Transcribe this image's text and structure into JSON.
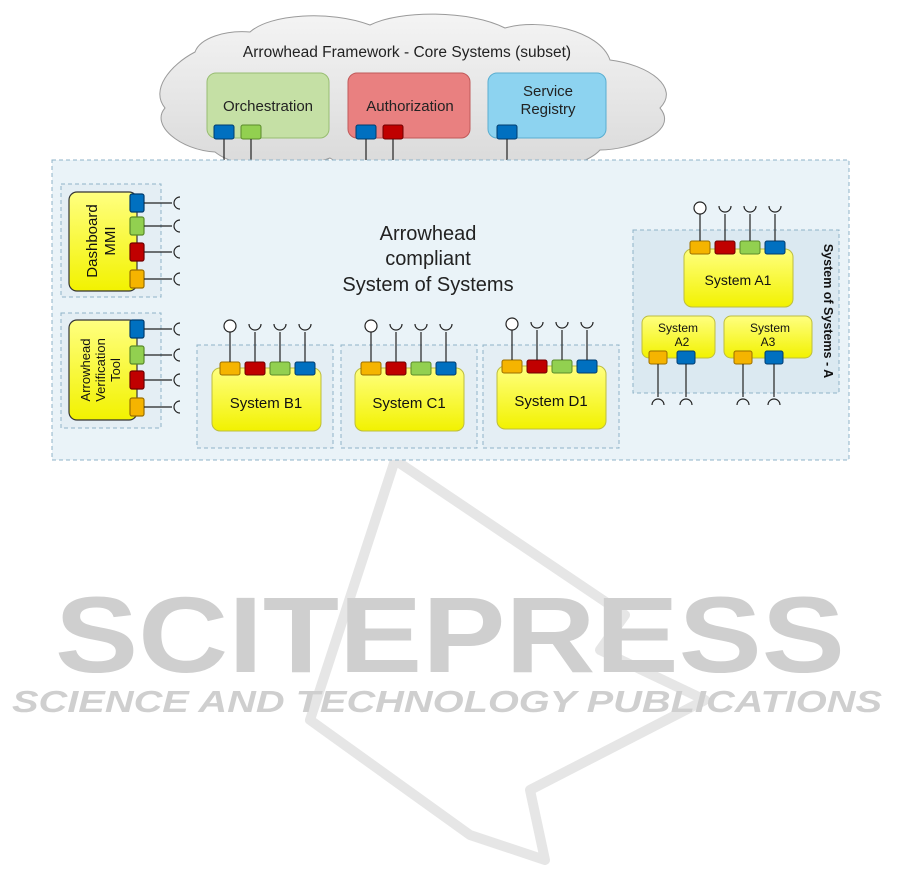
{
  "cloud": {
    "title": "Arrowhead Framework - Core Systems (subset)",
    "orchestration": "Orchestration",
    "authorization": "Authorization",
    "service_registry_line1": "Service",
    "service_registry_line2": "Registry"
  },
  "sos": {
    "title_line1": "Arrowhead",
    "title_line2": "compliant",
    "title_line3": "System of Systems"
  },
  "tools": {
    "dashboard_line1": "Dashboard",
    "dashboard_line2": "MMI",
    "verification_line1": "Arrowhead",
    "verification_line2": "Verification",
    "verification_line3": "Tool"
  },
  "systems": {
    "b1": "System B1",
    "c1": "System C1",
    "d1": "System D1",
    "a1": "System A1",
    "a2_line1": "System",
    "a2_line2": "A2",
    "a3_line1": "System",
    "a3_line2": "A3"
  },
  "sos_a": {
    "label": "System of Systems - A"
  },
  "watermark": {
    "main": "SCITEPRESS",
    "sub": "SCIENCE AND TECHNOLOGY PUBLICATIONS"
  },
  "colors": {
    "orange": "#f5b400",
    "red": "#c00000",
    "green": "#92d050",
    "blue": "#0070c0",
    "yellow": "#ffff33",
    "orchestration": "#c5e0a5",
    "authorization": "#e98080",
    "service_registry": "#8dd3f0",
    "panel": "#eaf3f8"
  }
}
